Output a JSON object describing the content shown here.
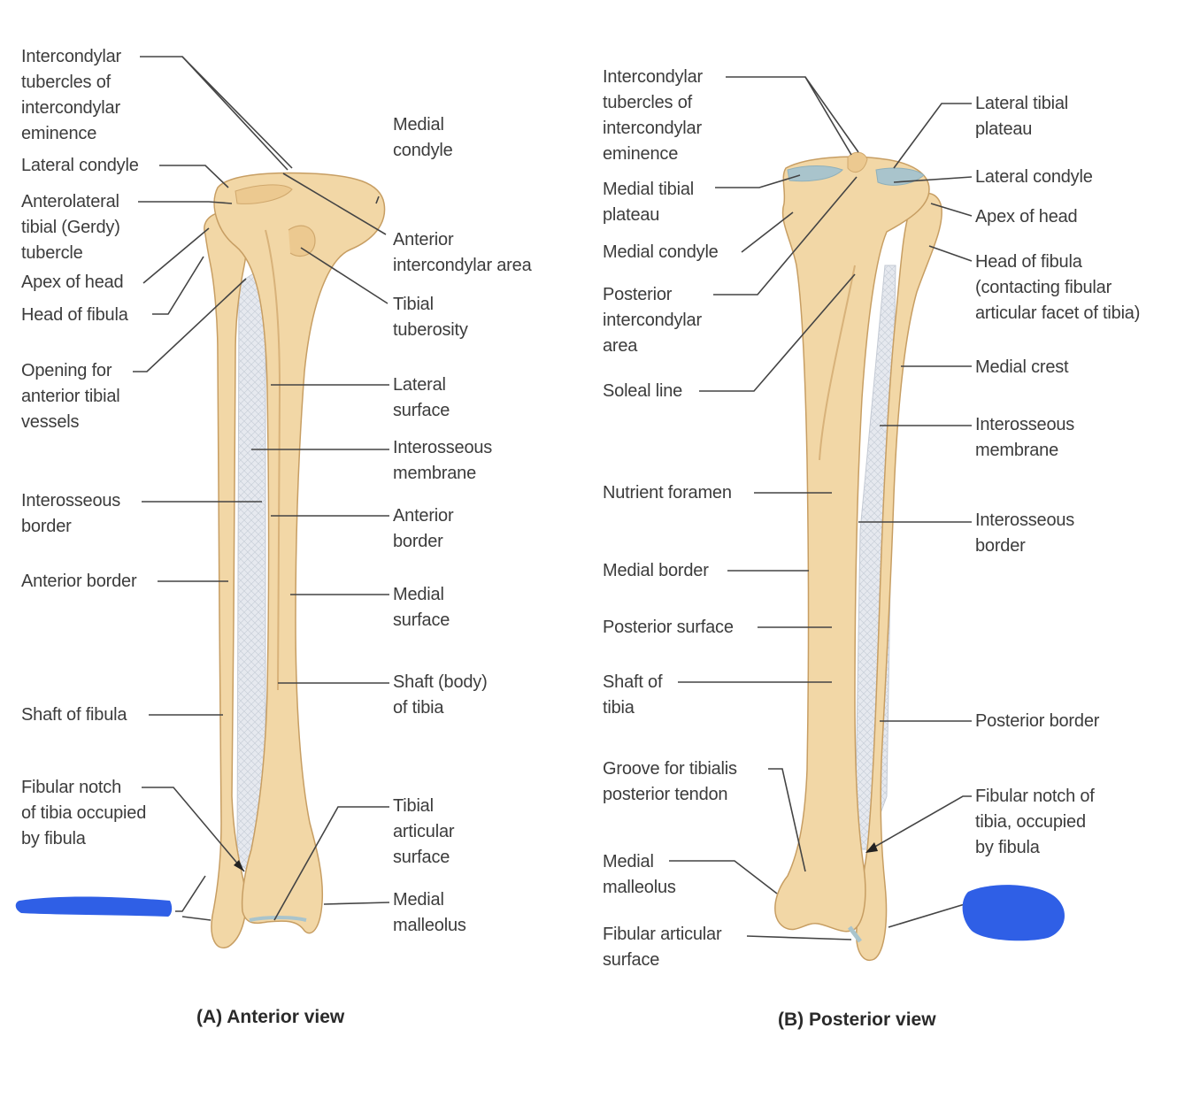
{
  "colors": {
    "bone": "#f2d7a6",
    "bone_shadow": "#d9b47a",
    "membrane": "#dde2ea",
    "cartilage": "#a9c4cc",
    "leader": "#444444",
    "redaction": "#2f5fe6"
  },
  "anterior": {
    "caption": "(A) Anterior view",
    "labels": {
      "intercondylar_tubercles": "Intercondylar\ntubercles of\nintercondylar\neminence",
      "lateral_condyle": "Lateral condyle",
      "anterolateral_tubercle": "Anterolateral\ntibial (Gerdy)\ntubercle",
      "apex_of_head": "Apex of head",
      "head_of_fibula": "Head of fibula",
      "opening_vessels": "Opening for\nanterior tibial\nvessels",
      "interosseous_border": "Interosseous\nborder",
      "anterior_border_fibula": "Anterior border",
      "shaft_of_fibula": "Shaft of fibula",
      "fibular_notch": "Fibular notch\nof tibia occupied\nby fibula",
      "medial_condyle": "Medial\ncondyle",
      "anterior_intercondylar_area": "Anterior\nintercondylar area",
      "tibial_tuberosity": "Tibial\ntuberosity",
      "lateral_surface": "Lateral\nsurface",
      "interosseous_membrane": "Interosseous\nmembrane",
      "anterior_border_tibia": "Anterior\nborder",
      "medial_surface": "Medial\nsurface",
      "shaft_of_tibia": "Shaft (body)\nof tibia",
      "tibial_articular_surface": "Tibial\narticular\nsurface",
      "medial_malleolus": "Medial\nmalleolus"
    }
  },
  "posterior": {
    "caption": "(B) Posterior view",
    "labels": {
      "intercondylar_tubercles": "Intercondylar\ntubercles of\nintercondylar\neminence",
      "medial_tibial_plateau": "Medial tibial\nplateau",
      "medial_condyle": "Medial condyle",
      "posterior_intercondylar_area": "Posterior\nintercondylar\narea",
      "soleal_line": "Soleal line",
      "nutrient_foramen": "Nutrient foramen",
      "medial_border": "Medial border",
      "posterior_surface": "Posterior surface",
      "shaft_of_tibia": "Shaft of\ntibia",
      "groove_tibialis": "Groove for tibialis\nposterior tendon",
      "medial_malleolus": "Medial\nmalleolus",
      "fibular_articular_surface": "Fibular articular\nsurface",
      "lateral_tibial_plateau": "Lateral tibial\nplateau",
      "lateral_condyle": "Lateral condyle",
      "apex_of_head": "Apex of head",
      "head_of_fibula": "Head of fibula\n(contacting fibular\narticular facet of tibia)",
      "medial_crest": "Medial crest",
      "interosseous_membrane": "Interosseous\nmembrane",
      "interosseous_border": "Interosseous\nborder",
      "posterior_border": "Posterior border",
      "fibular_notch": "Fibular notch of\ntibia, occupied\nby fibula"
    }
  }
}
